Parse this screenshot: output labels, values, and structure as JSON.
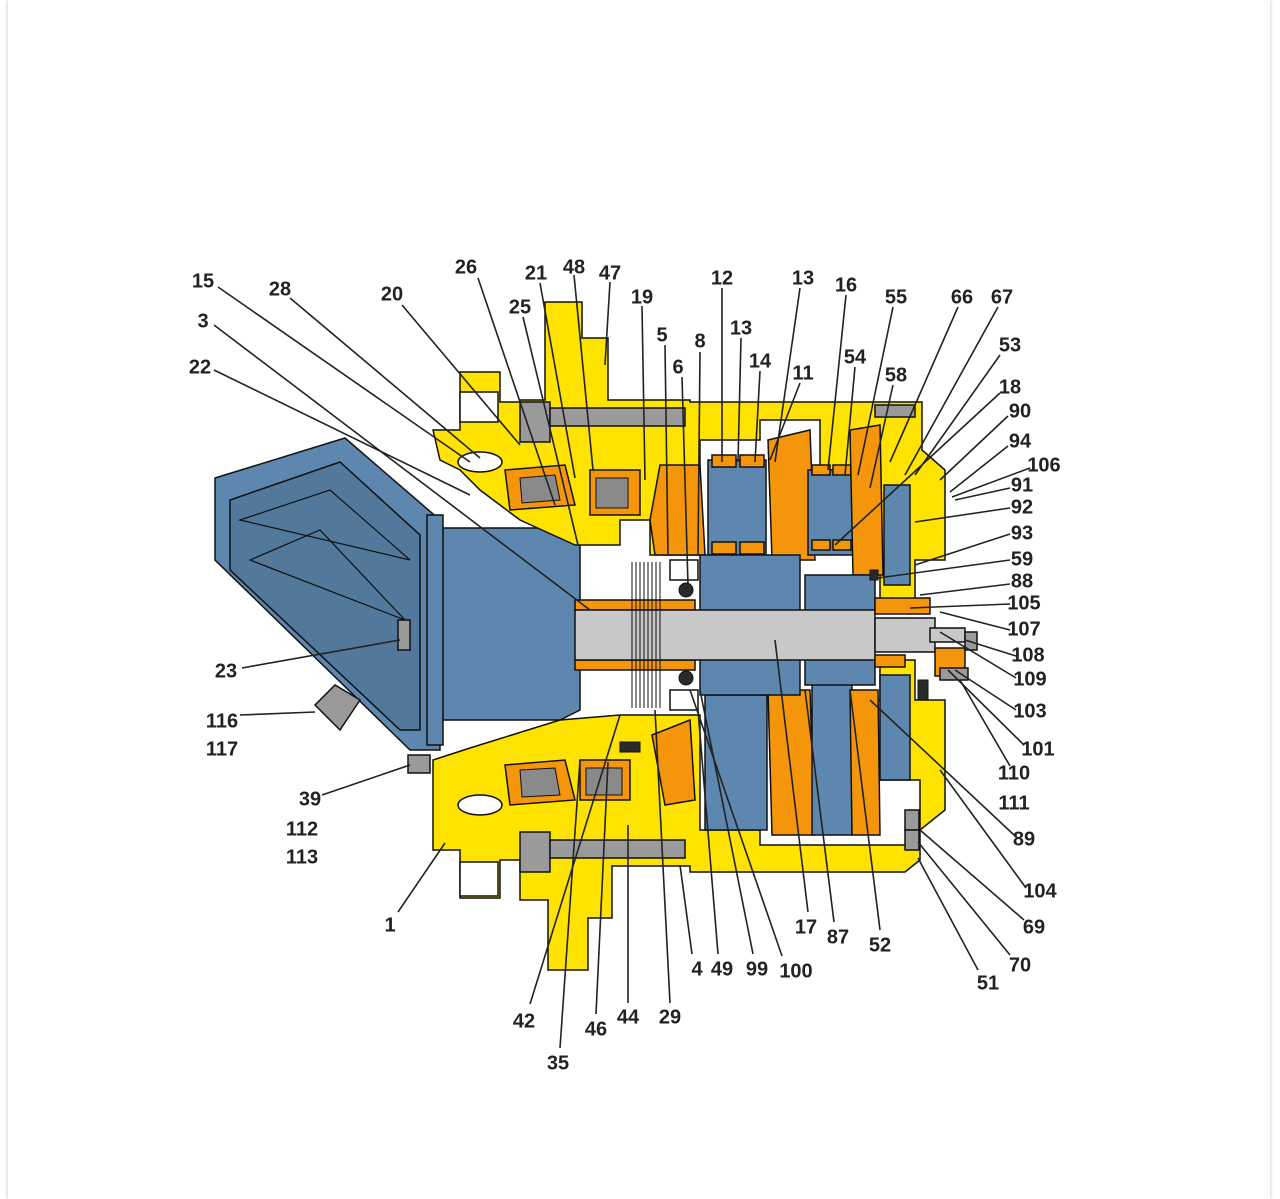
{
  "colors": {
    "housing": "#FFE300",
    "motor_block": "#5D87AE",
    "gears": "#F5960A",
    "shaft": "#C8C8C8",
    "bolts": "#9A9A9A"
  },
  "callouts": [
    {
      "id": "c15",
      "text": "15"
    },
    {
      "id": "c3",
      "text": "3"
    },
    {
      "id": "c22",
      "text": "22"
    },
    {
      "id": "c28",
      "text": "28"
    },
    {
      "id": "c20",
      "text": "20"
    },
    {
      "id": "c26",
      "text": "26"
    },
    {
      "id": "c21",
      "text": "21"
    },
    {
      "id": "c48",
      "text": "48"
    },
    {
      "id": "c47",
      "text": "47"
    },
    {
      "id": "c25",
      "text": "25"
    },
    {
      "id": "c19",
      "text": "19"
    },
    {
      "id": "c5",
      "text": "5"
    },
    {
      "id": "c6",
      "text": "6"
    },
    {
      "id": "c8",
      "text": "8"
    },
    {
      "id": "c12",
      "text": "12"
    },
    {
      "id": "c13a",
      "text": "13"
    },
    {
      "id": "c13b",
      "text": "13"
    },
    {
      "id": "c14",
      "text": "14"
    },
    {
      "id": "c11",
      "text": "11"
    },
    {
      "id": "c16",
      "text": "16"
    },
    {
      "id": "c54",
      "text": "54"
    },
    {
      "id": "c55",
      "text": "55"
    },
    {
      "id": "c58",
      "text": "58"
    },
    {
      "id": "c66",
      "text": "66"
    },
    {
      "id": "c67",
      "text": "67"
    },
    {
      "id": "c53",
      "text": "53"
    },
    {
      "id": "c18",
      "text": "18"
    },
    {
      "id": "c90",
      "text": "90"
    },
    {
      "id": "c94",
      "text": "94"
    },
    {
      "id": "c106",
      "text": "106"
    },
    {
      "id": "c91",
      "text": "91"
    },
    {
      "id": "c92",
      "text": "92"
    },
    {
      "id": "c93",
      "text": "93"
    },
    {
      "id": "c59",
      "text": "59"
    },
    {
      "id": "c88",
      "text": "88"
    },
    {
      "id": "c105",
      "text": "105"
    },
    {
      "id": "c107",
      "text": "107"
    },
    {
      "id": "c108",
      "text": "108"
    },
    {
      "id": "c109",
      "text": "109"
    },
    {
      "id": "c103",
      "text": "103"
    },
    {
      "id": "c101",
      "text": "101"
    },
    {
      "id": "c110",
      "text": "110"
    },
    {
      "id": "c111",
      "text": "111"
    },
    {
      "id": "c89",
      "text": "89"
    },
    {
      "id": "c104",
      "text": "104"
    },
    {
      "id": "c69",
      "text": "69"
    },
    {
      "id": "c70",
      "text": "70"
    },
    {
      "id": "c51",
      "text": "51"
    },
    {
      "id": "c52",
      "text": "52"
    },
    {
      "id": "c87",
      "text": "87"
    },
    {
      "id": "c17",
      "text": "17"
    },
    {
      "id": "c100",
      "text": "100"
    },
    {
      "id": "c99",
      "text": "99"
    },
    {
      "id": "c49",
      "text": "49"
    },
    {
      "id": "c4",
      "text": "4"
    },
    {
      "id": "c29",
      "text": "29"
    },
    {
      "id": "c44",
      "text": "44"
    },
    {
      "id": "c46",
      "text": "46"
    },
    {
      "id": "c42",
      "text": "42"
    },
    {
      "id": "c35",
      "text": "35"
    },
    {
      "id": "c1",
      "text": "1"
    },
    {
      "id": "c39",
      "text": "39"
    },
    {
      "id": "c112",
      "text": "112"
    },
    {
      "id": "c113",
      "text": "113"
    },
    {
      "id": "c116",
      "text": "116"
    },
    {
      "id": "c117",
      "text": "117"
    },
    {
      "id": "c23",
      "text": "23"
    }
  ]
}
